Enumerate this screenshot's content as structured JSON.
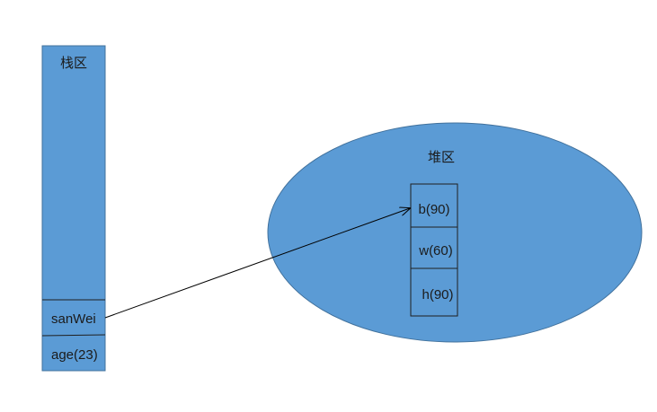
{
  "stack": {
    "title": "栈区",
    "cells": [
      {
        "label": "sanWei"
      },
      {
        "label": "age(23)"
      }
    ]
  },
  "heap": {
    "title": "堆区",
    "cells": [
      {
        "label": "b(90)"
      },
      {
        "label": "w(60)"
      },
      {
        "label": "h(90)"
      }
    ]
  },
  "colors": {
    "fill": "#5b9bd5",
    "stroke": "#41719c",
    "cell_stroke": "#1f1f1f",
    "arrow": "#000000"
  }
}
